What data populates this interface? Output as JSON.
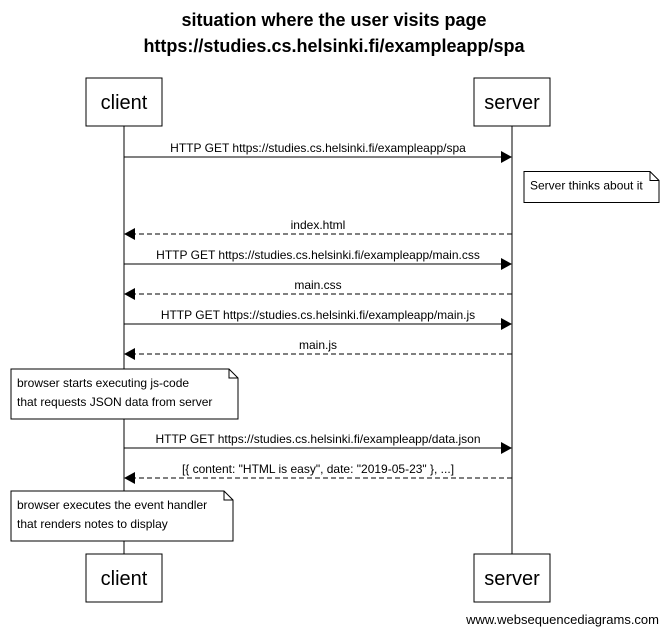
{
  "title": {
    "line1": "situation where the user visits page",
    "line2": "https://studies.cs.helsinki.fi/exampleapp/spa"
  },
  "participants": [
    {
      "id": "client",
      "label": "client"
    },
    {
      "id": "server",
      "label": "server"
    }
  ],
  "steps": [
    {
      "kind": "message",
      "from": "client",
      "to": "server",
      "style": "solid",
      "label": "HTTP GET https://studies.cs.helsinki.fi/exampleapp/spa"
    },
    {
      "kind": "note",
      "side": "right-of",
      "participant": "server",
      "lines": [
        "Server thinks about it"
      ]
    },
    {
      "kind": "message",
      "from": "server",
      "to": "client",
      "style": "dashed",
      "label": "index.html"
    },
    {
      "kind": "message",
      "from": "client",
      "to": "server",
      "style": "solid",
      "label": "HTTP GET https://studies.cs.helsinki.fi/exampleapp/main.css"
    },
    {
      "kind": "message",
      "from": "server",
      "to": "client",
      "style": "dashed",
      "label": "main.css"
    },
    {
      "kind": "message",
      "from": "client",
      "to": "server",
      "style": "solid",
      "label": "HTTP GET https://studies.cs.helsinki.fi/exampleapp/main.js"
    },
    {
      "kind": "message",
      "from": "server",
      "to": "client",
      "style": "dashed",
      "label": "main.js"
    },
    {
      "kind": "note",
      "side": "left-of",
      "participant": "client",
      "lines": [
        "browser starts executing js-code",
        "that requests JSON data from server"
      ]
    },
    {
      "kind": "message",
      "from": "client",
      "to": "server",
      "style": "solid",
      "label": "HTTP GET https://studies.cs.helsinki.fi/exampleapp/data.json"
    },
    {
      "kind": "message",
      "from": "server",
      "to": "client",
      "style": "dashed",
      "label": "[{ content: \"HTML is easy\", date: \"2019-05-23\" }, ...]"
    },
    {
      "kind": "note",
      "side": "left-of",
      "participant": "client",
      "lines": [
        "browser executes the event handler",
        "that renders notes to display"
      ]
    }
  ],
  "footer": "www.websequencediagrams.com"
}
